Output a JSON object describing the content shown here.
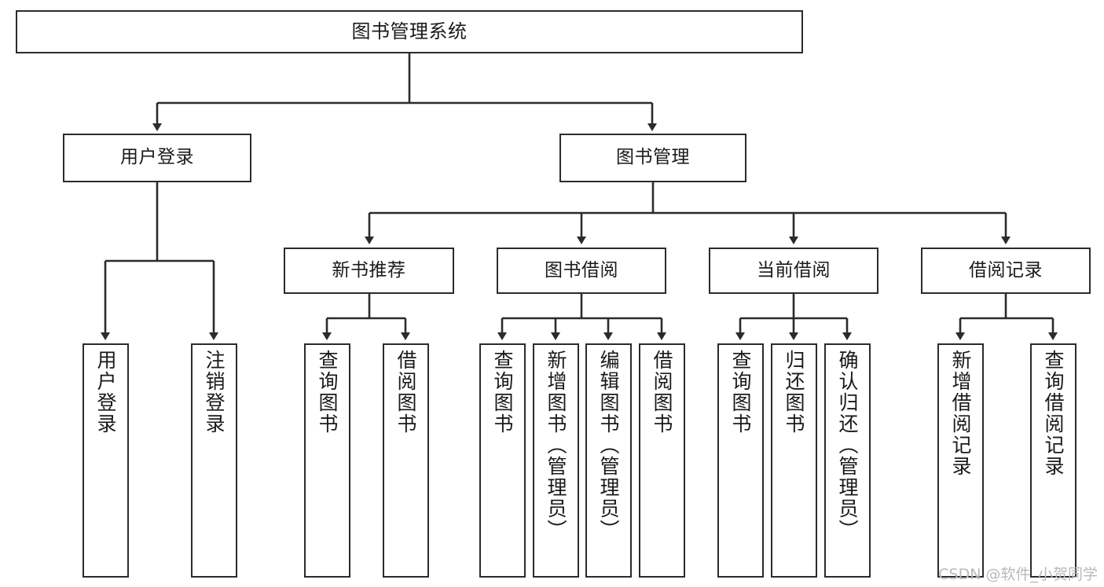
{
  "diagram": {
    "type": "tree",
    "title": "图书管理系统",
    "orientation": "top-down",
    "line_color": "#2b2b2b",
    "box_fill": "#ffffff",
    "text_color": "#1a1a1a",
    "levels": 4
  },
  "nodes": {
    "root": {
      "label": "图书管理系统",
      "level": 1
    },
    "l2": [
      {
        "label": "用户登录",
        "level": 2
      },
      {
        "label": "图书管理",
        "level": 2
      }
    ],
    "l3": [
      {
        "label": "新书推荐",
        "level": 3
      },
      {
        "label": "图书借阅",
        "level": 3
      },
      {
        "label": "当前借阅",
        "level": 3
      },
      {
        "label": "借阅记录",
        "level": 3
      }
    ],
    "leaves_user_login": [
      {
        "label": "用户登录",
        "level": 3
      },
      {
        "label": "注销登录",
        "level": 3
      }
    ],
    "leaves_new_books": [
      {
        "label": "查询图书",
        "level": 4
      },
      {
        "label": "借阅图书",
        "level": 4
      }
    ],
    "leaves_book_borrow": [
      {
        "label": "查询图书",
        "level": 4
      },
      {
        "label": "新增图书（管理员）",
        "level": 4
      },
      {
        "label": "编辑图书（管理员）",
        "level": 4
      },
      {
        "label": "借阅图书",
        "level": 4
      }
    ],
    "leaves_current_borrow": [
      {
        "label": "查询图书",
        "level": 4
      },
      {
        "label": "归还图书",
        "level": 4
      },
      {
        "label": "确认归还（管理员）",
        "level": 4
      }
    ],
    "leaves_borrow_record": [
      {
        "label": "新增借阅记录",
        "level": 4
      },
      {
        "label": "查询借阅记录",
        "level": 4
      }
    ]
  },
  "watermark": {
    "text": "CSDN @软件_小贺同学"
  }
}
